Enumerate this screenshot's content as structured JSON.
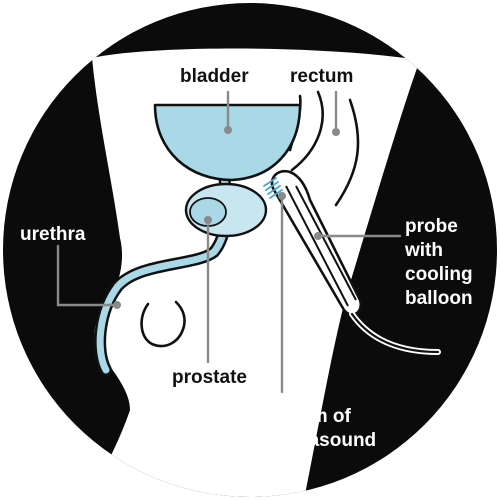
{
  "labels": {
    "bladder": "bladder",
    "rectum": "rectum",
    "urethra": "urethra",
    "prostate": "prostate",
    "beam_line1": "beam of",
    "beam_line2": "ultrasound",
    "probe_line1": "probe",
    "probe_line2": "with",
    "probe_line3": "cooling",
    "probe_line4": "balloon"
  },
  "colors": {
    "background_dark": "#0b0b0b",
    "body_fill": "#ffffff",
    "organ_blue": "#a9d8e6",
    "prostate_blue": "#c8e6f0",
    "pointer_gray": "#8a8a8a",
    "text_dark": "#111111",
    "text_light": "#ffffff"
  }
}
